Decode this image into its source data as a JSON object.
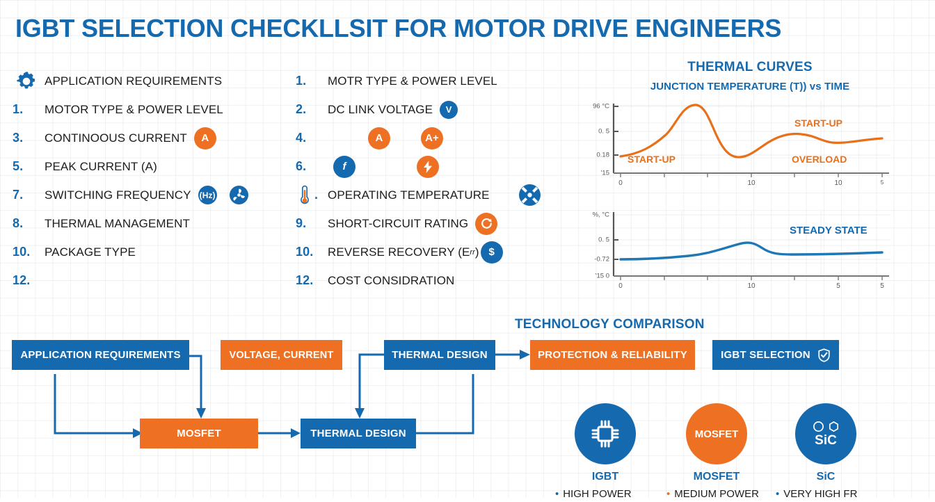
{
  "title": "IGBT SELECTION CHECKLLSIT FOR MOTOR DRIVE ENGINEERS",
  "colors": {
    "blue": "#1569ae",
    "orange": "#ee7023",
    "curve_orange": "#e8701a",
    "curve_blue": "#1f77b4",
    "text": "#1d1d1b",
    "grid": "#eef1f5",
    "background": "#ffffff"
  },
  "checklist": {
    "left_column": [
      {
        "marker": "",
        "marker_icon": "gear-icon",
        "label": "APPLICATION REQUIREMENTS",
        "badges": []
      },
      {
        "marker": "1.",
        "label": "MOTOR TYPE & POWER LEVEL",
        "badges": []
      },
      {
        "marker": "3.",
        "label": "CONTINOOUS CURRENT",
        "badges": [
          {
            "icon": "ampere-badge",
            "text": "A",
            "color": "orange"
          }
        ]
      },
      {
        "marker": "5.",
        "label": "PEAK CURRENT (A)",
        "badges": []
      },
      {
        "marker": "7.",
        "label": "SWITCHING FREQUENCY",
        "badges": [
          {
            "icon": "hertz-badge",
            "text": "(Hz)",
            "color": "blue"
          },
          {
            "icon": "fan-icon",
            "text": "",
            "color": "blue"
          }
        ]
      },
      {
        "marker": "8.",
        "label": "THERMAL MANAGEMENT",
        "badges": []
      },
      {
        "marker": "10.",
        "label": "PACKAGE TYPE",
        "badges": []
      },
      {
        "marker": "12.",
        "label": "",
        "badges": []
      }
    ],
    "middle_column": [
      {
        "marker": "1.",
        "label": "MOTR TYPE & POWER LEVEL",
        "badges": []
      },
      {
        "marker": "2.",
        "label": "DC LINK VOLTAGE",
        "badges": [
          {
            "icon": "volt-badge",
            "text": "V",
            "color": "blue"
          }
        ]
      },
      {
        "marker": "4.",
        "label": "",
        "badges": [
          {
            "icon": "ampere-badge",
            "text": "A",
            "color": "orange"
          },
          {
            "icon": "ampere-plus-badge",
            "text": "A+",
            "color": "orange"
          }
        ]
      },
      {
        "marker": "6.",
        "label": "",
        "badges": [
          {
            "icon": "frequency-badge",
            "text": "f",
            "color": "blue"
          },
          {
            "icon": "bolt-badge",
            "text": "",
            "color": "orange"
          }
        ]
      },
      {
        "marker": ".",
        "marker_icon": "thermometer-icon",
        "label": "OPERATING TEMPERATURE",
        "badges": [
          {
            "icon": "fan-x-icon",
            "text": "",
            "color": "blue"
          }
        ]
      },
      {
        "marker": "9.",
        "label": "SHORT-CIRCUIT RATING",
        "badges": [
          {
            "icon": "reset-arrow-badge",
            "text": "",
            "color": "orange"
          }
        ]
      },
      {
        "marker": "10.",
        "label": "REVERSE RECOVERY (E",
        "label_sub": "rr",
        "label_tail": ")",
        "badges": [
          {
            "icon": "dollar-badge",
            "text": "$",
            "color": "blue"
          }
        ]
      },
      {
        "marker": "12.",
        "label": "COST CONSIDRATION",
        "badges": []
      }
    ]
  },
  "charts_section": {
    "heading": "THERMAL CURVES"
  },
  "chart_data": [
    {
      "type": "line",
      "title": "JUNCTION TEMPERATURE (T)) vs TIME",
      "xlabel": "",
      "ylabel": "",
      "color": "#e8701a",
      "y_ticks": [
        "96 °C",
        "0. 5",
        "0.18",
        "'15"
      ],
      "x_ticks": [
        "0",
        "10",
        "10",
        "5"
      ],
      "grid": true,
      "xlim": [
        0,
        30
      ],
      "ylim": [
        0,
        100
      ],
      "x": [
        0,
        2,
        4,
        6,
        7.5,
        9,
        11,
        13,
        15,
        17,
        19,
        21,
        23,
        25,
        27,
        29,
        30
      ],
      "y": [
        18,
        23,
        33,
        54,
        78,
        92,
        70,
        42,
        33,
        38,
        47,
        52,
        50,
        45,
        44,
        47,
        49
      ],
      "annotations": [
        {
          "text": "START-UP",
          "position": "bottom-left",
          "color": "#e8701a"
        },
        {
          "text": "START-UP",
          "position": "top-right",
          "color": "#e8701a"
        },
        {
          "text": "OVERLOAD",
          "position": "bottom-right",
          "color": "#e8701a"
        }
      ]
    },
    {
      "type": "line",
      "title": "",
      "color": "#1f77b4",
      "y_ticks": [
        "%, °C",
        "0. 5",
        "-0.72",
        "'15  0"
      ],
      "x_ticks": [
        "0",
        "10",
        "5",
        "5"
      ],
      "grid": true,
      "xlim": [
        0,
        30
      ],
      "ylim": [
        0,
        100
      ],
      "x": [
        0,
        3,
        6,
        9,
        12,
        14,
        16,
        18,
        20,
        23,
        26,
        29,
        30
      ],
      "y": [
        26,
        27,
        29,
        33,
        44,
        54,
        57,
        52,
        45,
        44,
        45,
        46,
        47
      ],
      "annotations": [
        {
          "text": "STEADY STATE",
          "position": "top-right",
          "color": "#1569ae"
        }
      ]
    }
  ],
  "technology_comparison": {
    "heading": "TECHNOLOGY COMPARISON",
    "cards": [
      {
        "icon": "microchip-icon",
        "icon_text": "",
        "circle_color": "blue",
        "name": "IGBT",
        "bullets": [
          {
            "text": "HIGH POWER",
            "color": "blue"
          }
        ]
      },
      {
        "icon": "mosfet-label-icon",
        "icon_text": "MOSFET",
        "circle_color": "orange",
        "name": "MOSFET",
        "bullets": [
          {
            "text": "MEDIUM POWER",
            "color": "orange"
          }
        ]
      },
      {
        "icon": "sic-icon",
        "icon_text": "SiC",
        "circle_color": "blue",
        "name": "SiC",
        "bullets": [
          {
            "text": "VERY HIGH FR",
            "color": "blue"
          }
        ]
      }
    ]
  },
  "flowchart": {
    "boxes": [
      {
        "label": "APPLICATION REQUIREMENTS",
        "color": "blue"
      },
      {
        "label": "VOLTAGE, CURRENT",
        "color": "orange"
      },
      {
        "label": "THERMAL DESIGN",
        "color": "blue"
      },
      {
        "label": "PROTECTION & RELIABILITY",
        "color": "orange"
      },
      {
        "label": "IGBT SELECTION",
        "color": "blue",
        "icon": "check-shield-icon"
      },
      {
        "label": "MOSFET",
        "color": "orange"
      },
      {
        "label": "THERMAL DESIGN",
        "color": "blue"
      }
    ]
  }
}
